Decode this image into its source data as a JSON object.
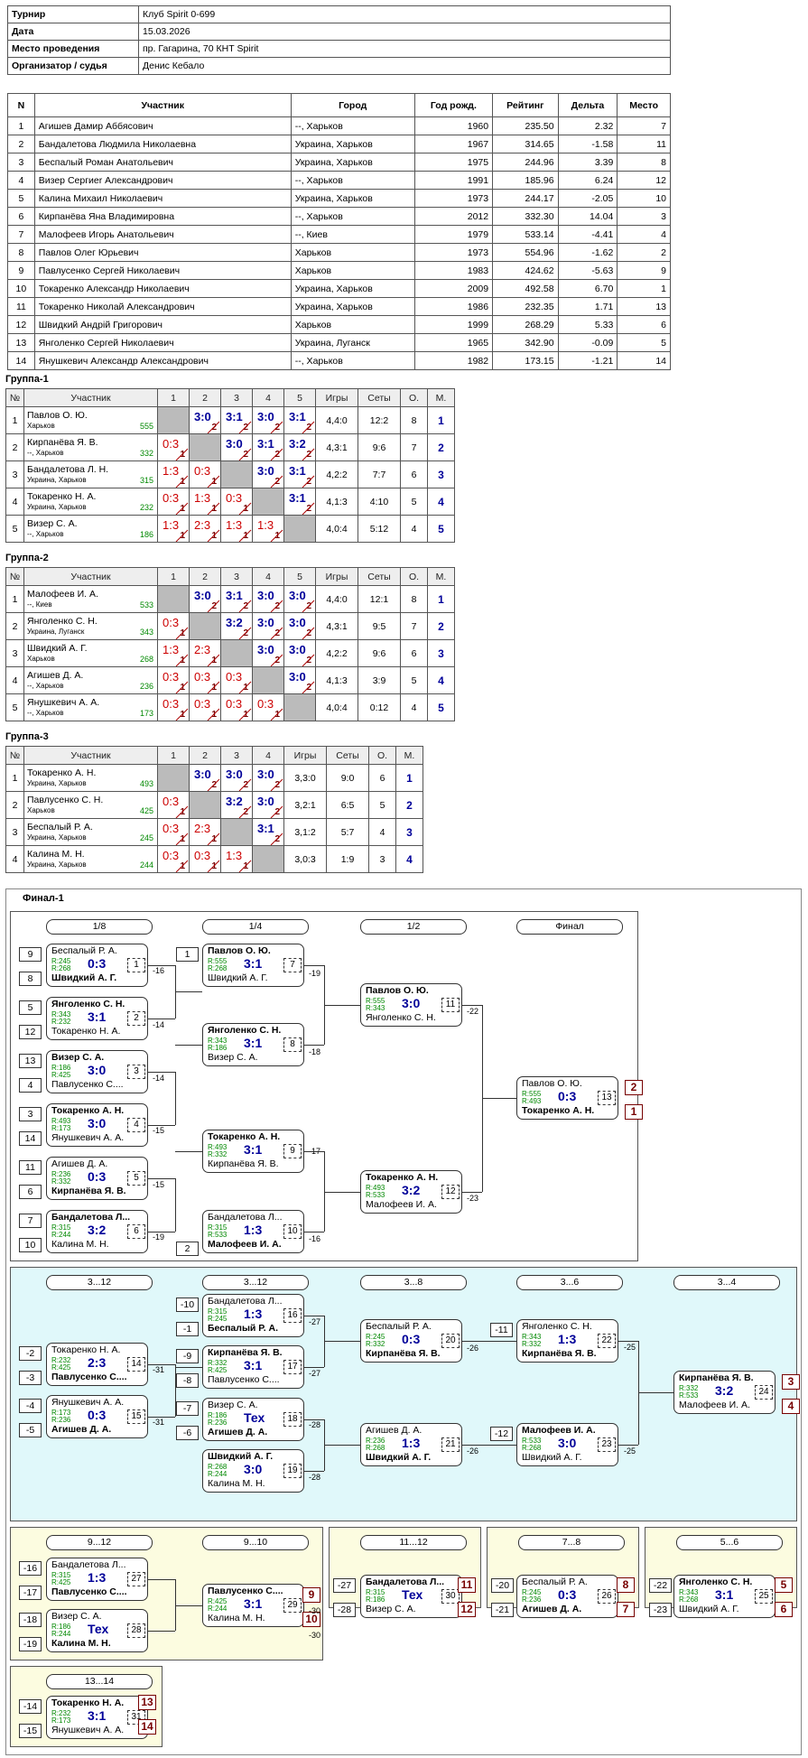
{
  "info": [
    [
      "Турнир",
      "Клуб Spirit 0-699"
    ],
    [
      "Дата",
      "15.03.2026"
    ],
    [
      "Место проведения",
      "пр. Гагарина, 70 КНТ Spirit"
    ],
    [
      "Организатор / судья",
      "Денис Кебало"
    ]
  ],
  "players_headers": [
    "N",
    "Участник",
    "Город",
    "Год рожд.",
    "Рейтинг",
    "Дельта",
    "Место"
  ],
  "players": [
    [
      "1",
      "Агишев Дамир Аббясович",
      "--, Харьков",
      "1960",
      "235.50",
      "2.32",
      "7"
    ],
    [
      "2",
      "Бандалетова Людмила Николаевна",
      "Украина, Харьков",
      "1967",
      "314.65",
      "-1.58",
      "11"
    ],
    [
      "3",
      "Беспалый Роман Анатольевич",
      "Украина, Харьков",
      "1975",
      "244.96",
      "3.39",
      "8"
    ],
    [
      "4",
      "Визер Сергиеr Александрович",
      "--, Харьков",
      "1991",
      "185.96",
      "6.24",
      "12"
    ],
    [
      "5",
      "Калина Михаил Николаевич",
      "Украина, Харьков",
      "1973",
      "244.17",
      "-2.05",
      "10"
    ],
    [
      "6",
      "Кирпанёва Яна Владимировна",
      "--, Харьков",
      "2012",
      "332.30",
      "14.04",
      "3"
    ],
    [
      "7",
      "Малофеев Игорь Анатольевич",
      "--, Киев",
      "1979",
      "533.14",
      "-4.41",
      "4"
    ],
    [
      "8",
      "Павлов Олег Юрьевич",
      "Харьков",
      "1973",
      "554.96",
      "-1.62",
      "2"
    ],
    [
      "9",
      "Павлусенко Сергей Николаевич",
      "Харьков",
      "1983",
      "424.62",
      "-5.63",
      "9"
    ],
    [
      "10",
      "Токаренко Александр Николаевич",
      "Украина, Харьков",
      "2009",
      "492.58",
      "6.70",
      "1"
    ],
    [
      "11",
      "Токаренко Николай Александрович",
      "Украина, Харьков",
      "1986",
      "232.35",
      "1.71",
      "13"
    ],
    [
      "12",
      "Швидкий Андрій Григорович",
      "Харьков",
      "1999",
      "268.29",
      "5.33",
      "6"
    ],
    [
      "13",
      "Янголенко Сергей Николаевич",
      "Украина, Луганск",
      "1965",
      "342.90",
      "-0.09",
      "5"
    ],
    [
      "14",
      "Янушкевич Александр Александрович",
      "--, Харьков",
      "1982",
      "173.15",
      "-1.21",
      "14"
    ]
  ],
  "groups": [
    {
      "title": "Группа-1",
      "headers": [
        "№",
        "Участник",
        "1",
        "2",
        "3",
        "4",
        "5",
        "Игры",
        "Сеты",
        "О.",
        "М."
      ],
      "rows": [
        {
          "n": "1",
          "name": "Павлов О. Ю.",
          "city": "Харьков",
          "rating": "555",
          "cells": [
            null,
            [
              "3:0",
              "2"
            ],
            [
              "3:1",
              "2"
            ],
            [
              "3:0",
              "2"
            ],
            [
              "3:1",
              "2"
            ]
          ],
          "games": "4,4:0",
          "sets": "12:2",
          "pts": "8",
          "place": "1"
        },
        {
          "n": "2",
          "name": "Кирпанёва Я. В.",
          "city": "--, Харьков",
          "rating": "332",
          "cells": [
            [
              "0:3",
              "1"
            ],
            null,
            [
              "3:0",
              "2"
            ],
            [
              "3:1",
              "2"
            ],
            [
              "3:2",
              "2"
            ]
          ],
          "games": "4,3:1",
          "sets": "9:6",
          "pts": "7",
          "place": "2"
        },
        {
          "n": "3",
          "name": "Бандалетова Л. Н.",
          "city": "Украина, Харьков",
          "rating": "315",
          "cells": [
            [
              "1:3",
              "1"
            ],
            [
              "0:3",
              "1"
            ],
            null,
            [
              "3:0",
              "2"
            ],
            [
              "3:1",
              "2"
            ]
          ],
          "games": "4,2:2",
          "sets": "7:7",
          "pts": "6",
          "place": "3"
        },
        {
          "n": "4",
          "name": "Токаренко Н. А.",
          "city": "Украина, Харьков",
          "rating": "232",
          "cells": [
            [
              "0:3",
              "1"
            ],
            [
              "1:3",
              "1"
            ],
            [
              "0:3",
              "1"
            ],
            null,
            [
              "3:1",
              "2"
            ]
          ],
          "games": "4,1:3",
          "sets": "4:10",
          "pts": "5",
          "place": "4"
        },
        {
          "n": "5",
          "name": "Визер С. А.",
          "city": "--, Харьков",
          "rating": "186",
          "cells": [
            [
              "1:3",
              "1"
            ],
            [
              "2:3",
              "1"
            ],
            [
              "1:3",
              "1"
            ],
            [
              "1:3",
              "1"
            ],
            null
          ],
          "games": "4,0:4",
          "sets": "5:12",
          "pts": "4",
          "place": "5"
        }
      ]
    },
    {
      "title": "Группа-2",
      "headers": [
        "№",
        "Участник",
        "1",
        "2",
        "3",
        "4",
        "5",
        "Игры",
        "Сеты",
        "О.",
        "М."
      ],
      "rows": [
        {
          "n": "1",
          "name": "Малофеев И. А.",
          "city": "--, Киев",
          "rating": "533",
          "cells": [
            null,
            [
              "3:0",
              "2"
            ],
            [
              "3:1",
              "2"
            ],
            [
              "3:0",
              "2"
            ],
            [
              "3:0",
              "2"
            ]
          ],
          "games": "4,4:0",
          "sets": "12:1",
          "pts": "8",
          "place": "1"
        },
        {
          "n": "2",
          "name": "Янголенко С. Н.",
          "city": "Украина, Луганск",
          "rating": "343",
          "cells": [
            [
              "0:3",
              "1"
            ],
            null,
            [
              "3:2",
              "2"
            ],
            [
              "3:0",
              "2"
            ],
            [
              "3:0",
              "2"
            ]
          ],
          "games": "4,3:1",
          "sets": "9:5",
          "pts": "7",
          "place": "2"
        },
        {
          "n": "3",
          "name": "Швидкий А. Г.",
          "city": "Харьков",
          "rating": "268",
          "cells": [
            [
              "1:3",
              "1"
            ],
            [
              "2:3",
              "1"
            ],
            null,
            [
              "3:0",
              "2"
            ],
            [
              "3:0",
              "2"
            ]
          ],
          "games": "4,2:2",
          "sets": "9:6",
          "pts": "6",
          "place": "3"
        },
        {
          "n": "4",
          "name": "Агишев Д. А.",
          "city": "--, Харьков",
          "rating": "236",
          "cells": [
            [
              "0:3",
              "1"
            ],
            [
              "0:3",
              "1"
            ],
            [
              "0:3",
              "1"
            ],
            null,
            [
              "3:0",
              "2"
            ]
          ],
          "games": "4,1:3",
          "sets": "3:9",
          "pts": "5",
          "place": "4"
        },
        {
          "n": "5",
          "name": "Янушкевич А. А.",
          "city": "--, Харьков",
          "rating": "173",
          "cells": [
            [
              "0:3",
              "1"
            ],
            [
              "0:3",
              "1"
            ],
            [
              "0:3",
              "1"
            ],
            [
              "0:3",
              "1"
            ],
            null
          ],
          "games": "4,0:4",
          "sets": "0:12",
          "pts": "4",
          "place": "5"
        }
      ]
    },
    {
      "title": "Группа-3",
      "headers": [
        "№",
        "Участник",
        "1",
        "2",
        "3",
        "4",
        "Игры",
        "Сеты",
        "О.",
        "М."
      ],
      "rows": [
        {
          "n": "1",
          "name": "Токаренко А. Н.",
          "city": "Украина, Харьков",
          "rating": "493",
          "cells": [
            null,
            [
              "3:0",
              "2"
            ],
            [
              "3:0",
              "2"
            ],
            [
              "3:0",
              "2"
            ]
          ],
          "games": "3,3:0",
          "sets": "9:0",
          "pts": "6",
          "place": "1"
        },
        {
          "n": "2",
          "name": "Павлусенко С. Н.",
          "city": "Харьков",
          "rating": "425",
          "cells": [
            [
              "0:3",
              "1"
            ],
            null,
            [
              "3:2",
              "2"
            ],
            [
              "3:0",
              "2"
            ]
          ],
          "games": "3,2:1",
          "sets": "6:5",
          "pts": "5",
          "place": "2"
        },
        {
          "n": "3",
          "name": "Беспалый Р. А.",
          "city": "Украина, Харьков",
          "rating": "245",
          "cells": [
            [
              "0:3",
              "1"
            ],
            [
              "2:3",
              "1"
            ],
            null,
            [
              "3:1",
              "2"
            ]
          ],
          "games": "3,1:2",
          "sets": "5:7",
          "pts": "4",
          "place": "3"
        },
        {
          "n": "4",
          "name": "Калина М. Н.",
          "city": "Украина, Харьков",
          "rating": "244",
          "cells": [
            [
              "0:3",
              "1"
            ],
            [
              "0:3",
              "1"
            ],
            [
              "1:3",
              "1"
            ],
            null
          ],
          "games": "3,0:3",
          "sets": "1:9",
          "pts": "3",
          "place": "4"
        }
      ]
    }
  ],
  "bracket": {
    "title": "Финал-1",
    "rounds": [
      "1/8",
      "1/4",
      "1/2",
      "Финал",
      "3...12",
      "3...12",
      "3...8",
      "3...6",
      "3...4",
      "9...12",
      "9...10",
      "11...12",
      "7...8",
      "5...6",
      "13...14"
    ],
    "matches": [
      {
        "t": "Беспалый Р. А.",
        "r1": "R:245",
        "r2": "R:268",
        "b": "Швидкий А. Г.",
        "s": "0:3",
        "n": "1",
        "w": "b"
      },
      {
        "t": "Янголенко С. Н.",
        "r1": "R:343",
        "r2": "R:232",
        "b": "Токаренко Н. А.",
        "s": "3:1",
        "n": "2",
        "w": "t"
      },
      {
        "t": "Визер С. А.",
        "r1": "R:186",
        "r2": "R:425",
        "b": "Павлусенко С....",
        "s": "3:0",
        "n": "3",
        "w": "t"
      },
      {
        "t": "Токаренко А. Н.",
        "r1": "R:493",
        "r2": "R:173",
        "b": "Янушкевич А. А.",
        "s": "3:0",
        "n": "4",
        "w": "t"
      },
      {
        "t": "Агишев Д. А.",
        "r1": "R:236",
        "r2": "R:332",
        "b": "Кирпанёва Я. В.",
        "s": "0:3",
        "n": "5",
        "w": "b"
      },
      {
        "t": "Бандалетова Л...",
        "r1": "R:315",
        "r2": "R:244",
        "b": "Калина М. Н.",
        "s": "3:2",
        "n": "6",
        "w": "t"
      },
      {
        "t": "Павлов О. Ю.",
        "r1": "R:555",
        "r2": "R:268",
        "b": "Швидкий А. Г.",
        "s": "3:1",
        "n": "7",
        "w": "t"
      },
      {
        "t": "Янголенко С. Н.",
        "r1": "R:343",
        "r2": "R:186",
        "b": "Визер С. А.",
        "s": "3:1",
        "n": "8",
        "w": "t"
      },
      {
        "t": "Токаренко А. Н.",
        "r1": "R:493",
        "r2": "R:332",
        "b": "Кирпанёва Я. В.",
        "s": "3:1",
        "n": "9",
        "w": "t"
      },
      {
        "t": "Бандалетова Л...",
        "r1": "R:315",
        "r2": "R:533",
        "b": "Малофеев И. А.",
        "s": "1:3",
        "n": "10",
        "w": "b"
      },
      {
        "t": "Павлов О. Ю.",
        "r1": "R:555",
        "r2": "R:343",
        "b": "Янголенко С. Н.",
        "s": "3:0",
        "n": "11",
        "w": "t"
      },
      {
        "t": "Токаренко А. Н.",
        "r1": "R:493",
        "r2": "R:533",
        "b": "Малофеев И. А.",
        "s": "3:2",
        "n": "12",
        "w": "t"
      },
      {
        "t": "Павлов О. Ю.",
        "r1": "R:555",
        "r2": "R:493",
        "b": "Токаренко А. Н.",
        "s": "0:3",
        "n": "13",
        "w": "b"
      },
      {
        "t": "Токаренко Н. А.",
        "r1": "R:232",
        "r2": "R:425",
        "b": "Павлусенко С....",
        "s": "2:3",
        "n": "14",
        "w": "b"
      },
      {
        "t": "Янушкевич А. А.",
        "r1": "R:173",
        "r2": "R:236",
        "b": "Агишев Д. А.",
        "s": "0:3",
        "n": "15",
        "w": "b"
      },
      {
        "t": "Бандалетова Л...",
        "r1": "R:315",
        "r2": "R:245",
        "b": "Беспалый Р. А.",
        "s": "1:3",
        "n": "16",
        "w": "b"
      },
      {
        "t": "Кирпанёва Я. В.",
        "r1": "R:332",
        "r2": "R:425",
        "b": "Павлусенко С....",
        "s": "3:1",
        "n": "17",
        "w": "t"
      },
      {
        "t": "Визер С. А.",
        "r1": "R:186",
        "r2": "R:236",
        "b": "Агишев Д. А.",
        "s": "Тех",
        "n": "18",
        "w": "b"
      },
      {
        "t": "Швидкий А. Г.",
        "r1": "R:268",
        "r2": "R:244",
        "b": "Калина М. Н.",
        "s": "3:0",
        "n": "19",
        "w": "t"
      },
      {
        "t": "Беспалый Р. А.",
        "r1": "R:245",
        "r2": "R:332",
        "b": "Кирпанёва Я. В.",
        "s": "0:3",
        "n": "20",
        "w": "b"
      },
      {
        "t": "Агишев Д. А.",
        "r1": "R:236",
        "r2": "R:268",
        "b": "Швидкий А. Г.",
        "s": "1:3",
        "n": "21",
        "w": "b"
      },
      {
        "t": "Янголенко С. Н.",
        "r1": "R:343",
        "r2": "R:332",
        "b": "Кирпанёва Я. В.",
        "s": "1:3",
        "n": "22",
        "w": "b"
      },
      {
        "t": "Малофеев И. А.",
        "r1": "R:533",
        "r2": "R:268",
        "b": "Швидкий А. Г.",
        "s": "3:0",
        "n": "23",
        "w": "t"
      },
      {
        "t": "Кирпанёва Я. В.",
        "r1": "R:332",
        "r2": "R:533",
        "b": "Малофеев И. А.",
        "s": "3:2",
        "n": "24",
        "w": "t"
      },
      {
        "t": "Янголенко С. Н.",
        "r1": "R:343",
        "r2": "R:268",
        "b": "Швидкий А. Г.",
        "s": "3:1",
        "n": "25",
        "w": "t"
      },
      {
        "t": "Беспалый Р. А.",
        "r1": "R:245",
        "r2": "R:236",
        "b": "Агишев Д. А.",
        "s": "0:3",
        "n": "26",
        "w": "b"
      },
      {
        "t": "Бандалетова Л...",
        "r1": "R:315",
        "r2": "R:425",
        "b": "Павлусенко С....",
        "s": "1:3",
        "n": "27",
        "w": "b"
      },
      {
        "t": "Визер С. А.",
        "r1": "R:186",
        "r2": "R:244",
        "b": "Калина М. Н.",
        "s": "Тех",
        "n": "28",
        "w": "b"
      },
      {
        "t": "Павлусенко С....",
        "r1": "R:425",
        "r2": "R:244",
        "b": "Калина М. Н.",
        "s": "3:1",
        "n": "29",
        "w": "t"
      },
      {
        "t": "Бандалетова Л...",
        "r1": "R:315",
        "r2": "R:186",
        "b": "Визер С. А.",
        "s": "Тех",
        "n": "30",
        "w": "t"
      },
      {
        "t": "Токаренко Н. А.",
        "r1": "R:232",
        "r2": "R:173",
        "b": "Янушкевич А. А.",
        "s": "3:1",
        "n": "31",
        "w": "t"
      }
    ],
    "seeds": [
      "9",
      "8",
      "5",
      "12",
      "13",
      "4",
      "3",
      "14",
      "11",
      "6",
      "7",
      "10",
      "1",
      "2",
      "-2",
      "-3",
      "-4",
      "-5",
      "-10",
      "-1",
      "-9",
      "-8",
      "-7",
      "-6",
      "-11",
      "-12",
      "-16",
      "-17",
      "-18",
      "-19",
      "-27",
      "-28",
      "-20",
      "-21",
      "-22",
      "-23",
      "-14",
      "-15"
    ],
    "places": [
      "2",
      "1",
      "3",
      "4",
      "9",
      "10",
      "11",
      "12",
      "8",
      "7",
      "5",
      "6",
      "13",
      "14"
    ],
    "links": [
      "-16",
      "-14",
      "-14",
      "-15",
      "-15",
      "-19",
      "-19",
      "-18",
      "-17",
      "-16",
      "-22",
      "-23",
      "-31",
      "-31",
      "-27",
      "-27",
      "-28",
      "-28",
      "-26",
      "-26",
      "-25",
      "-25",
      "-30",
      "-30"
    ]
  }
}
